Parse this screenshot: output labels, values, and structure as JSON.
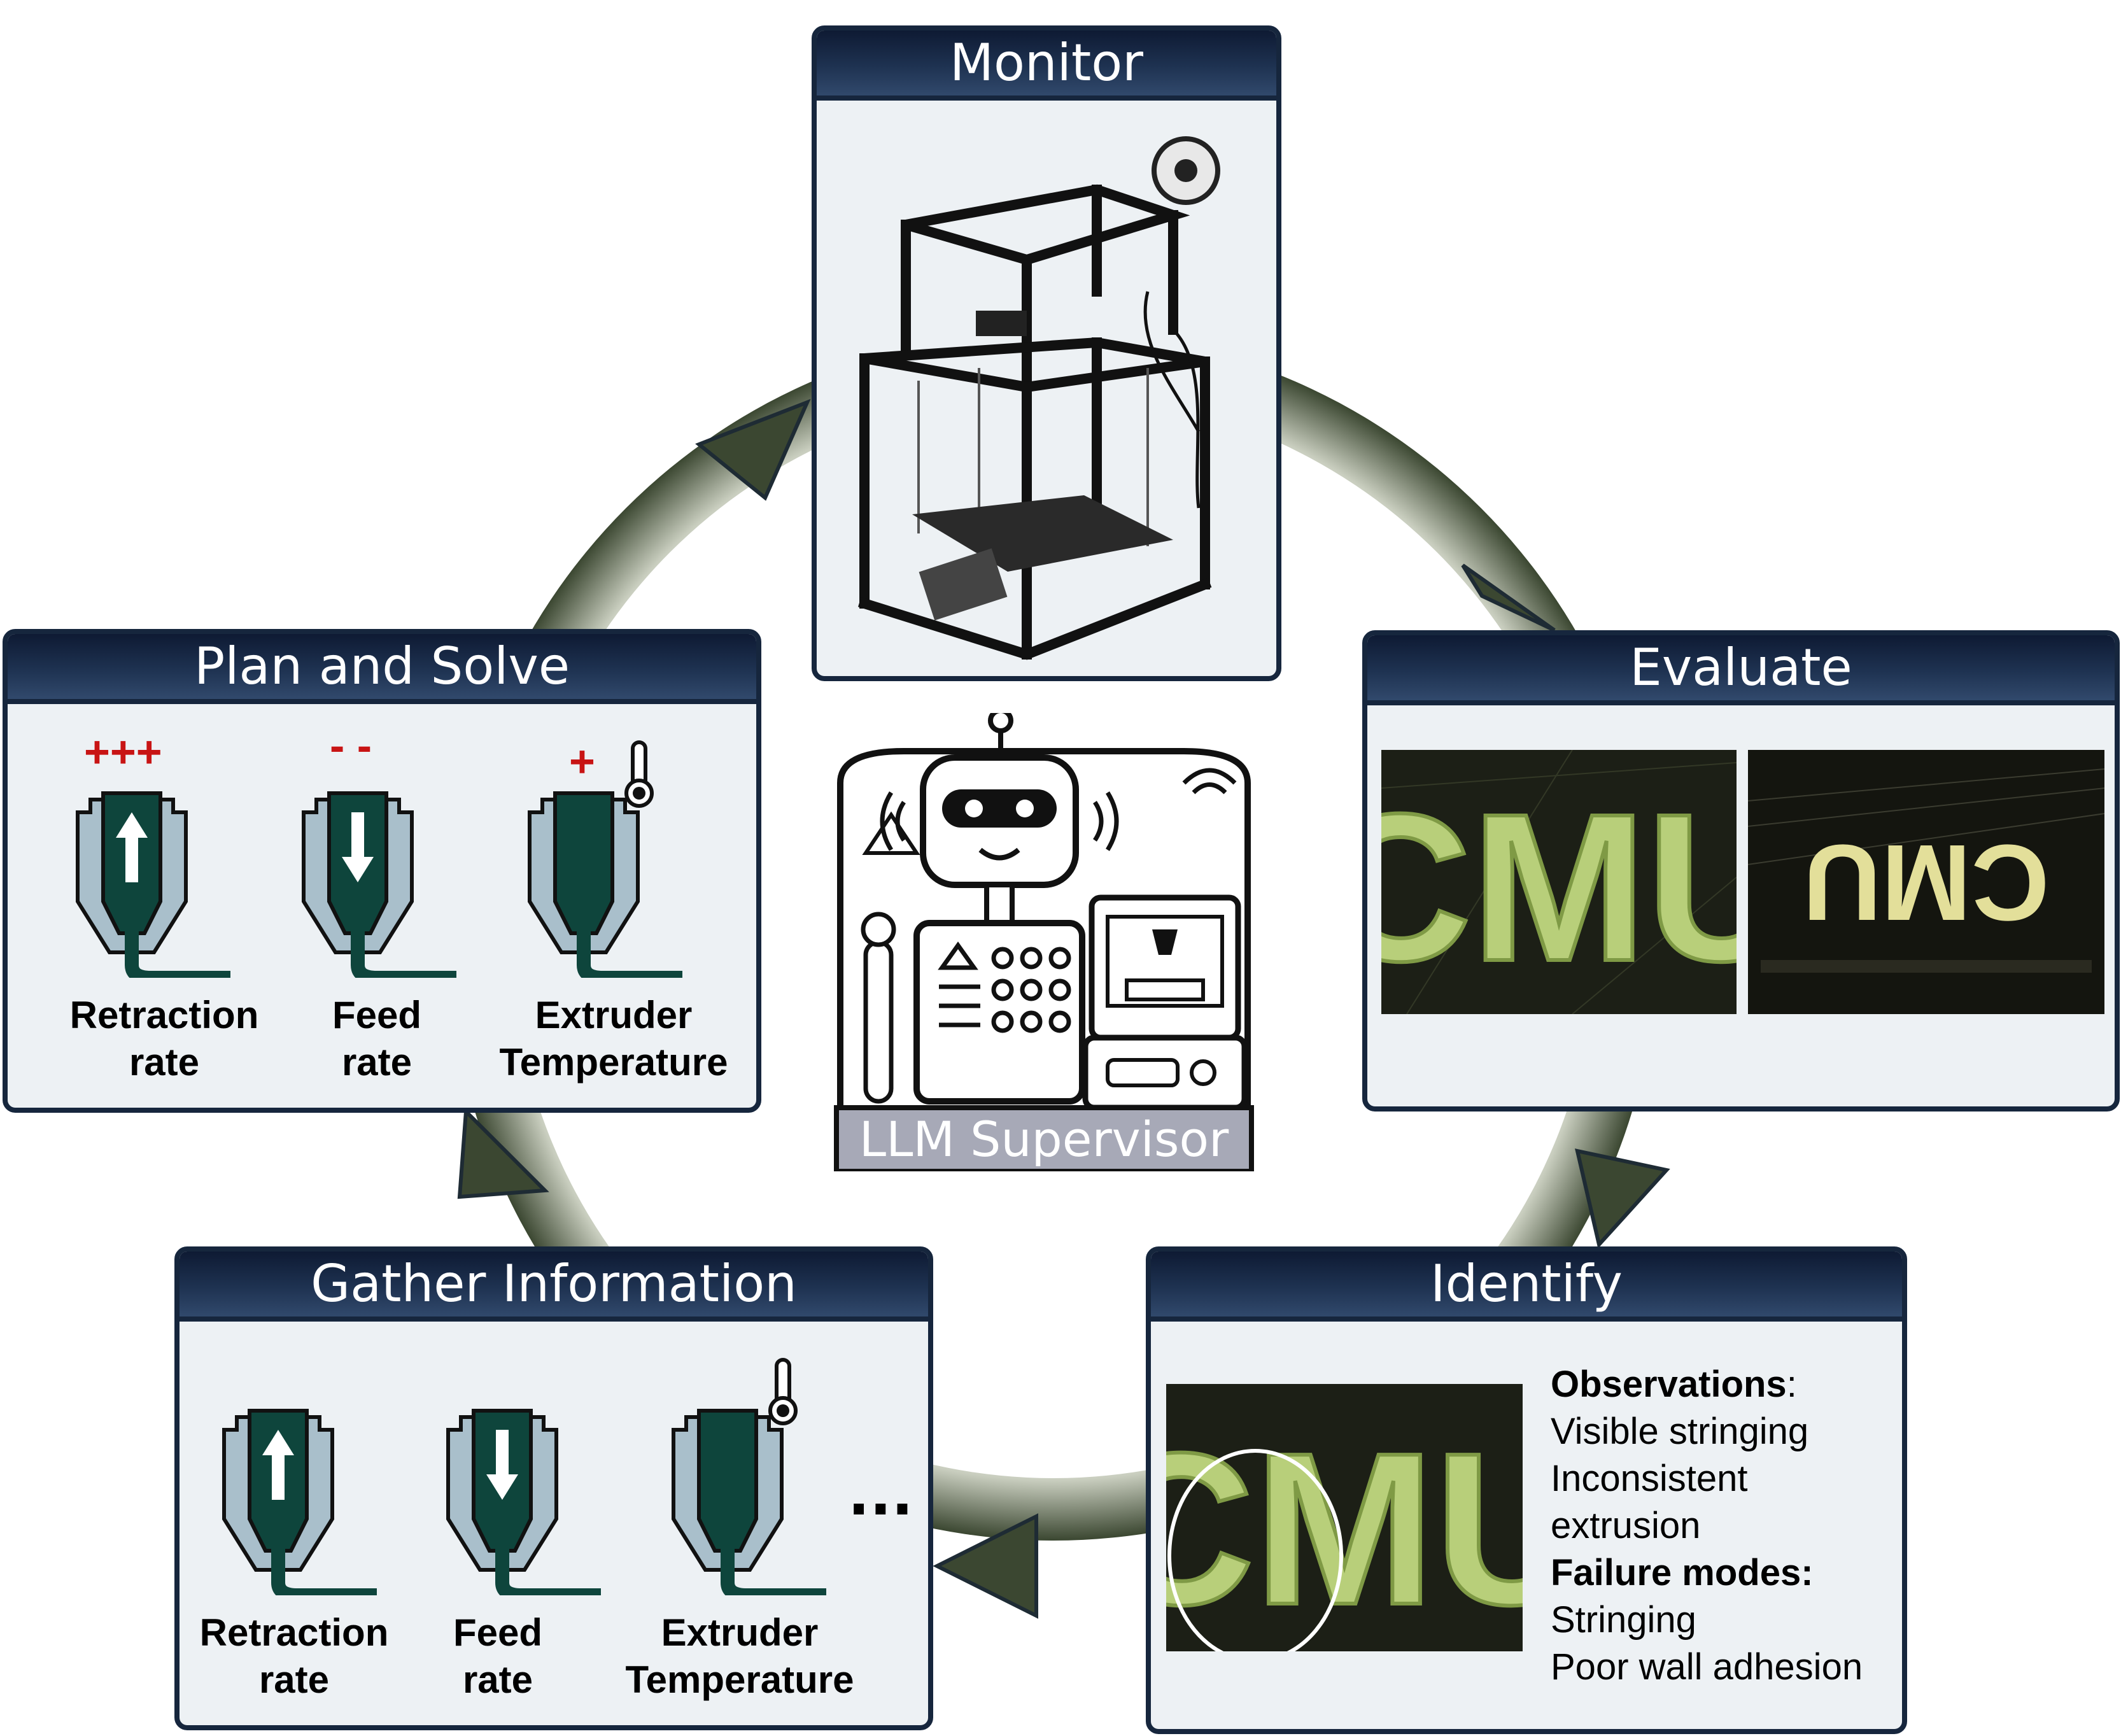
{
  "colors": {
    "panel_header": "#16263d",
    "panel_bg": "#edf1f4",
    "ring": "#3b4731",
    "nozzle": "#0e453c",
    "nozzle_shell": "#a9bfcb",
    "sign_red": "#c81414",
    "filament": "#b8cf7a"
  },
  "stages": {
    "monitor": {
      "title": "Monitor"
    },
    "evaluate": {
      "title": "Evaluate"
    },
    "identify": {
      "title": "Identify",
      "observations_heading": "Observations",
      "observations": [
        "Visible stringing",
        "Inconsistent",
        "extrusion"
      ],
      "failure_heading": "Failure modes:",
      "failure_modes": [
        "Stringing",
        "Poor wall adhesion"
      ]
    },
    "gather": {
      "title": "Gather Information",
      "items": [
        {
          "line1": "Retraction",
          "line2": "rate",
          "icon": "retraction-nozzle-icon"
        },
        {
          "line1": "Feed",
          "line2": "rate",
          "icon": "feed-nozzle-icon"
        },
        {
          "line1": "Extruder",
          "line2": "Temperature",
          "icon": "temperature-nozzle-icon"
        }
      ],
      "more": "..."
    },
    "plan": {
      "title": "Plan and Solve",
      "items": [
        {
          "line1": "Retraction",
          "line2": "rate",
          "sign": "+++"
        },
        {
          "line1": "Feed",
          "line2": "rate",
          "sign": "- -"
        },
        {
          "line1": "Extruder",
          "line2": "Temperature",
          "sign": "+"
        }
      ]
    }
  },
  "center": {
    "label": "LLM Supervisor",
    "icon": "robot-supervisor-icon"
  },
  "photos": {
    "cmu_text": "CMU"
  }
}
